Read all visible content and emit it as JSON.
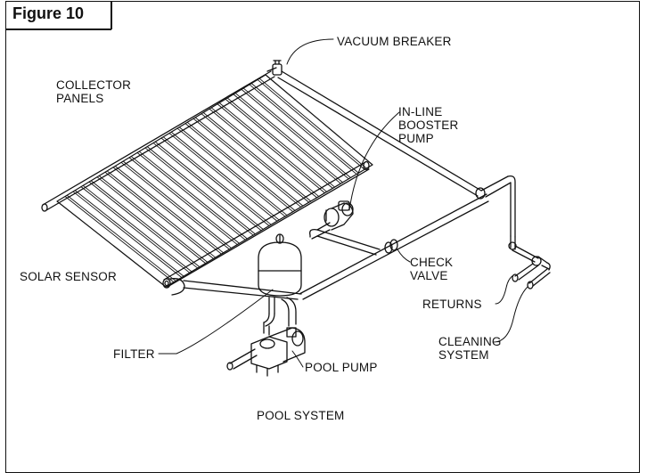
{
  "figure": {
    "title": "Figure 10"
  },
  "labels": {
    "vacuum_breaker": "VACUUM BREAKER",
    "collector_panels": [
      "COLLECTOR",
      "PANELS"
    ],
    "booster_pump": [
      "IN-LINE",
      "BOOSTER",
      "PUMP"
    ],
    "check_valve": [
      "CHECK",
      "VALVE"
    ],
    "solar_sensor": "SOLAR SENSOR",
    "returns": "RETURNS",
    "cleaning_system": [
      "CLEANING",
      "SYSTEM"
    ],
    "filter": "FILTER",
    "pool_pump": "POOL PUMP",
    "pool_system": "POOL SYSTEM"
  }
}
